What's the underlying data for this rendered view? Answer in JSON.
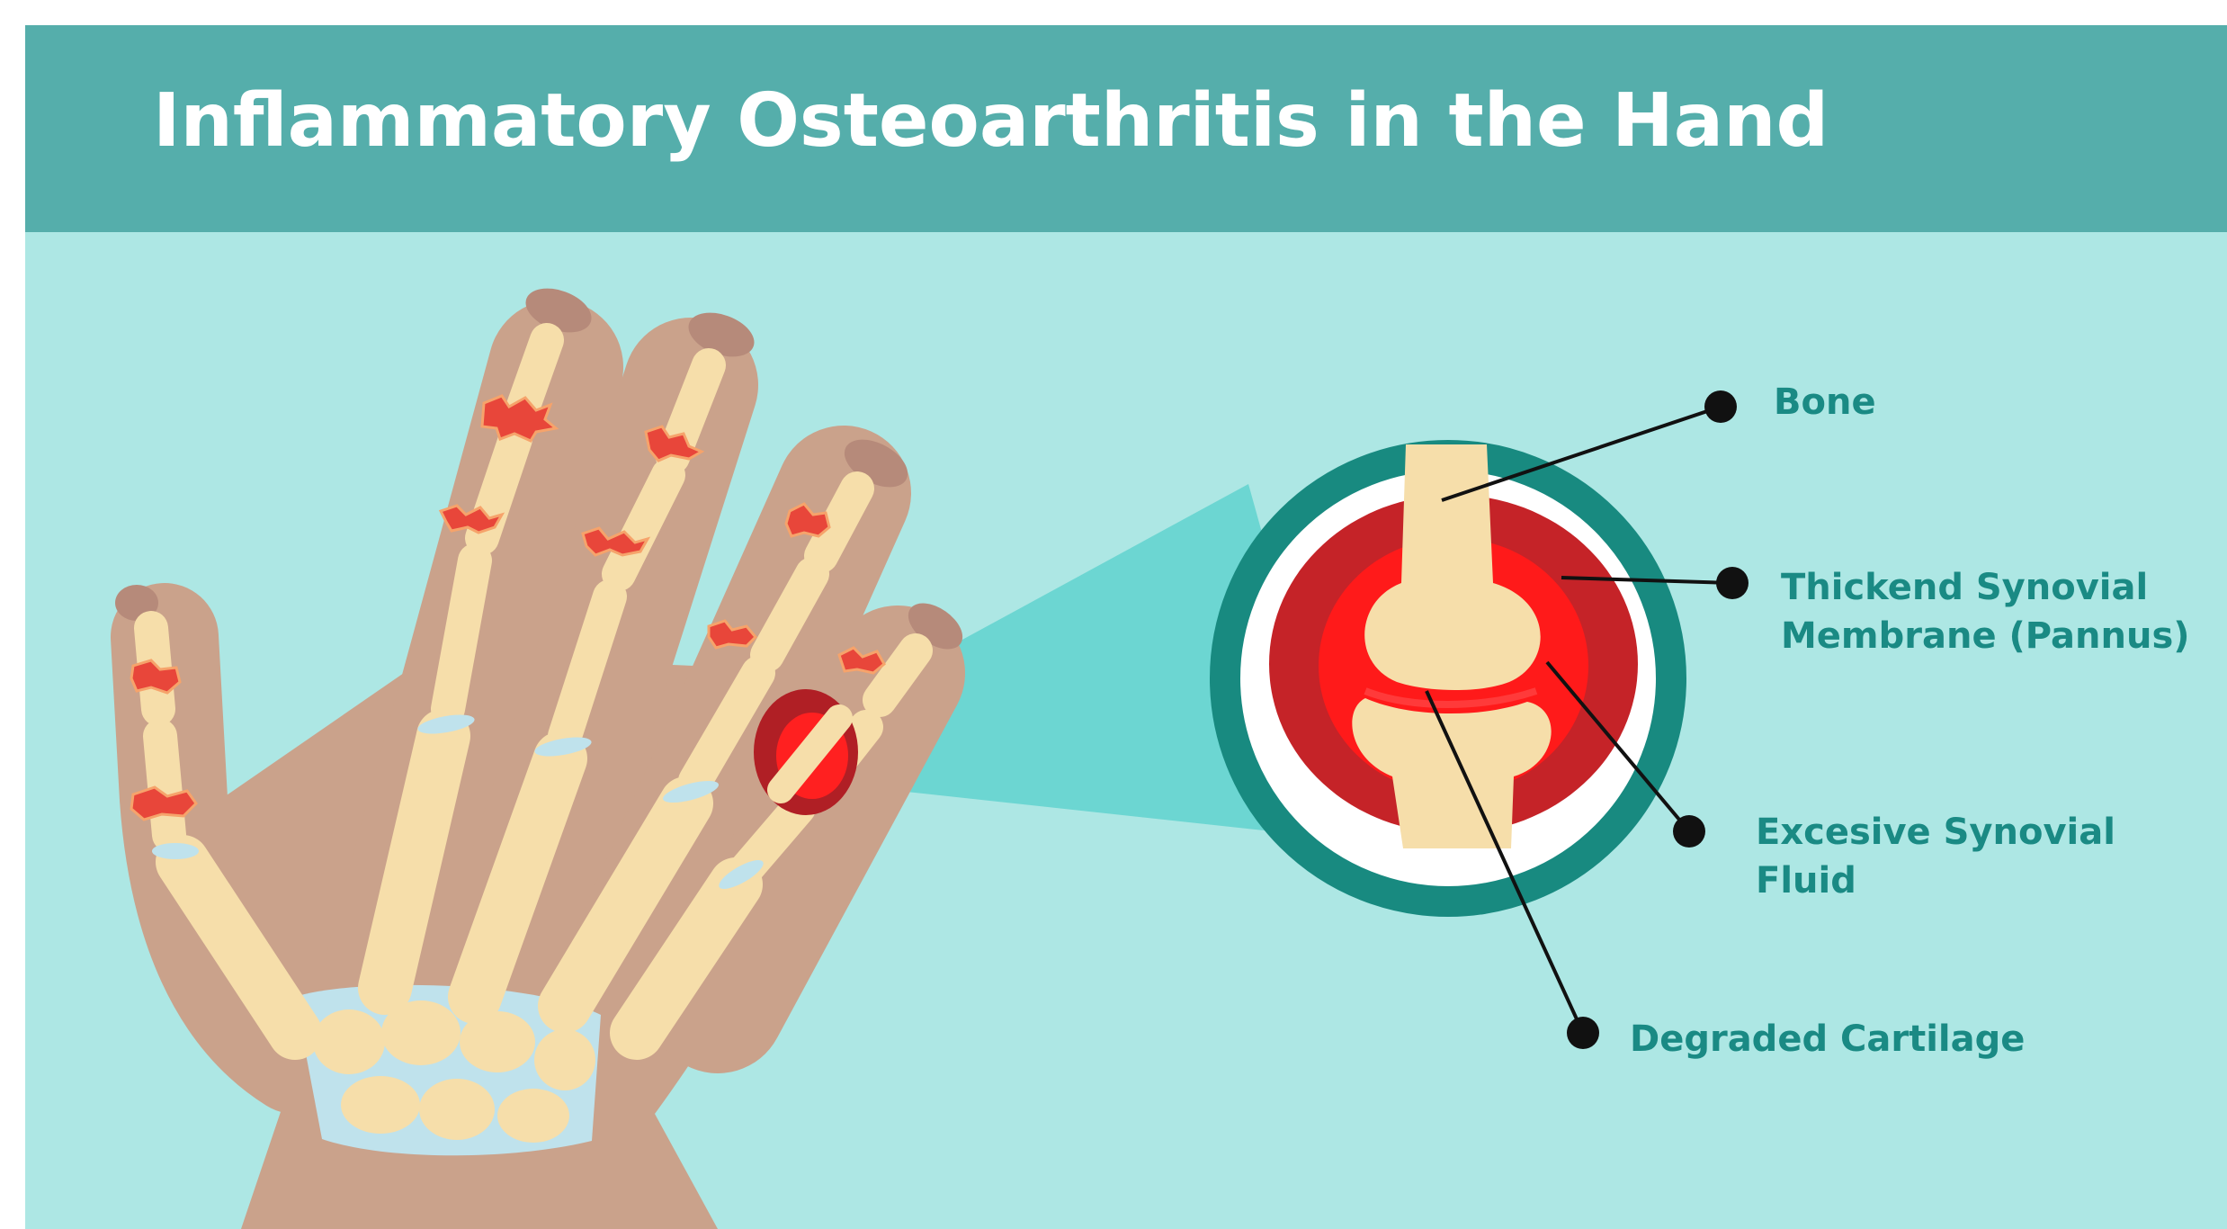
{
  "title": "Inflammatory Osteoarthritis in the Hand",
  "colors": {
    "background": "#ade7e4",
    "header": "#55aeab",
    "title_text": "#ffffff",
    "label_text": "#1a8a84",
    "skin": "#caa28b",
    "bone": "#f6deaa",
    "cartilage": "#bfe2ec",
    "lens_ring": "#188a80",
    "pannus": "#c52328",
    "synovial_fluid": "#ff1a1a",
    "erosion": "#e8463a"
  },
  "labels": {
    "bone": [
      "Bone"
    ],
    "membrane": [
      "Thickend Synovial",
      "Membrane (Pannus)"
    ],
    "fluid": [
      "Excesive Synovial",
      "Fluid"
    ],
    "cartilage": [
      "Degraded Cartilage"
    ]
  }
}
